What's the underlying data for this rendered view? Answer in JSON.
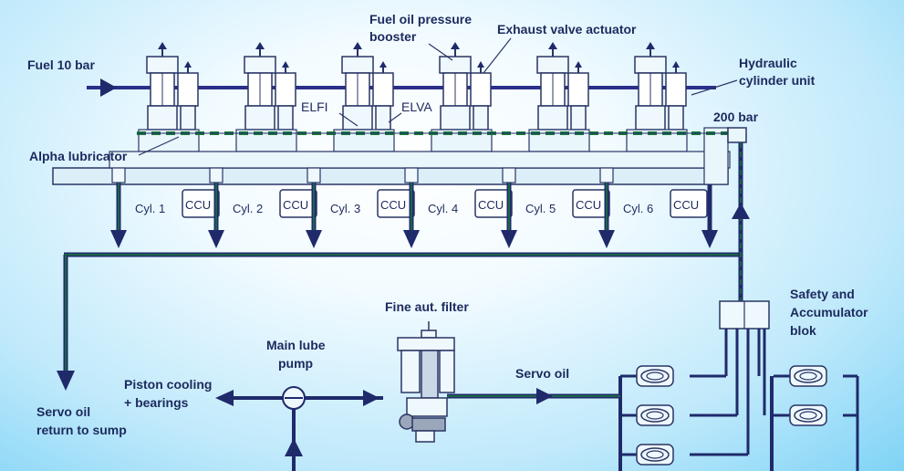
{
  "labels": {
    "fuel": "Fuel 10 bar",
    "booster_1": "Fuel oil pressure",
    "booster_2": "booster",
    "exhaust": "Exhaust valve actuator",
    "hydraulic_1": "Hydraulic",
    "hydraulic_2": "cylinder unit",
    "elfi": "ELFI",
    "elva": "ELVA",
    "alpha": "Alpha lubricator",
    "pressure_200": "200 bar",
    "safety_1": "Safety and",
    "safety_2": "Accumulator",
    "safety_3": "blok",
    "filter": "Fine aut. filter",
    "pump_1": "Main lube",
    "pump_2": "pump",
    "piston_1": "Piston cooling",
    "piston_2": "+ bearings",
    "servo": "Servo oil",
    "return_1": "Servo oil",
    "return_2": "return to sump"
  },
  "cylinders": [
    {
      "name": "Cyl. 1",
      "ccu": "CCU"
    },
    {
      "name": "Cyl. 2",
      "ccu": "CCU"
    },
    {
      "name": "Cyl. 3",
      "ccu": "CCU"
    },
    {
      "name": "Cyl. 4",
      "ccu": "CCU"
    },
    {
      "name": "Cyl. 5",
      "ccu": "CCU"
    },
    {
      "name": "Cyl. 6",
      "ccu": "CCU"
    }
  ],
  "colors": {
    "pipe_navy": "#1f2a6b",
    "pipe_green": "#1a7a3c",
    "outline": "#2a3565"
  }
}
